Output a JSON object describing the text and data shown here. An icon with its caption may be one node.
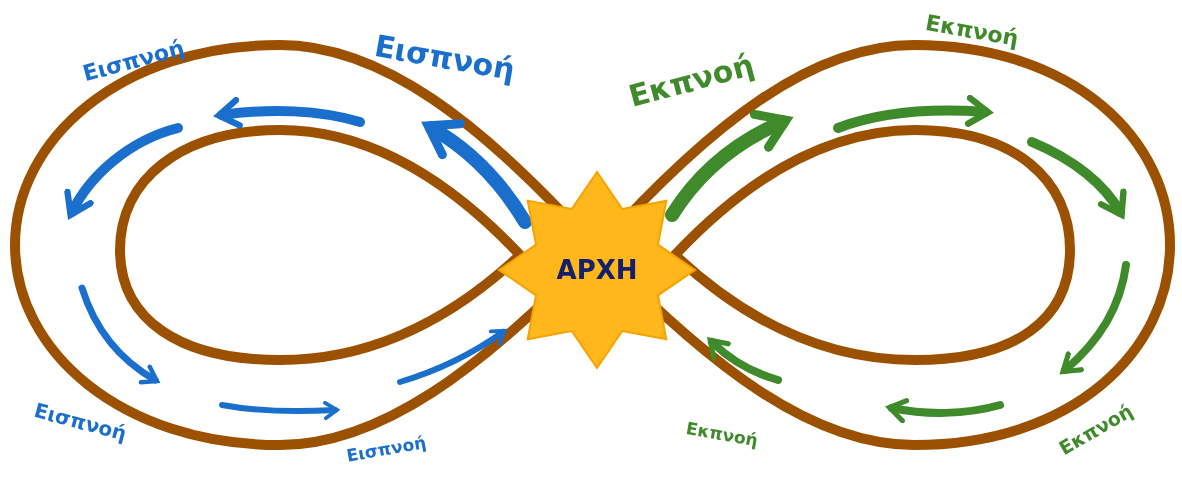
{
  "diagram": {
    "nodes": [
      {
        "text": [
          "ΑΡΧΗ"
        ]
      }
    ],
    "labels": [
      "Εισπνοή",
      "Εισπνοή",
      "Εκπνοή",
      "Εκπνοή",
      "Εισπνοή",
      "Εισπνοή",
      "Εκπνοή",
      "Εκπνοή"
    ]
  }
}
